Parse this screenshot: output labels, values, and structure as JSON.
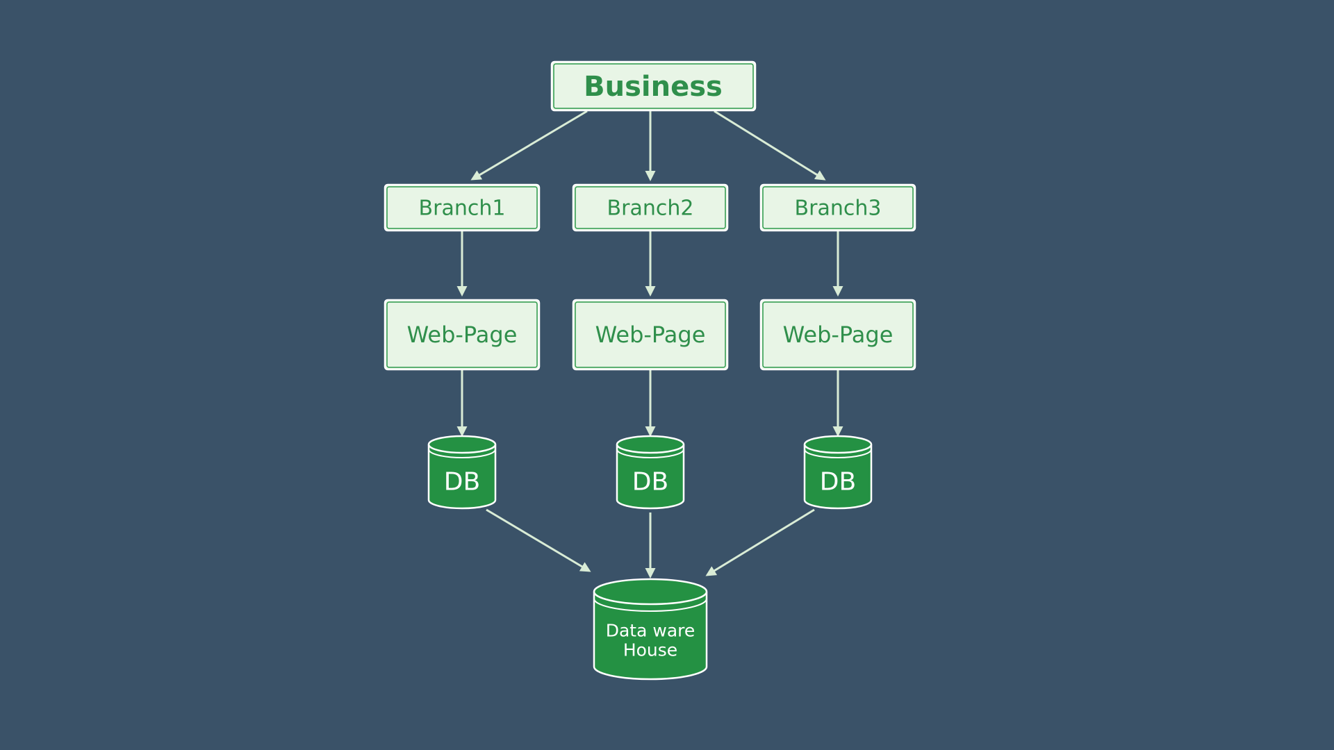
{
  "background_color": "#3a5268",
  "accent_color": "#249143",
  "box_fill_color": "#e8f5e6",
  "nodes": {
    "business": {
      "label": "Business"
    },
    "branch1": {
      "label": "Branch1"
    },
    "branch2": {
      "label": "Branch2"
    },
    "branch3": {
      "label": "Branch3"
    },
    "webpage1": {
      "label": "Web-Page"
    },
    "webpage2": {
      "label": "Web-Page"
    },
    "webpage3": {
      "label": "Web-Page"
    },
    "db1": {
      "label": "DB"
    },
    "db2": {
      "label": "DB"
    },
    "db3": {
      "label": "DB"
    },
    "warehouse": {
      "label_line1": "Data ware",
      "label_line2": "House"
    }
  },
  "edges": [
    {
      "from": "business",
      "to": "branch1"
    },
    {
      "from": "business",
      "to": "branch2"
    },
    {
      "from": "business",
      "to": "branch3"
    },
    {
      "from": "branch1",
      "to": "webpage1"
    },
    {
      "from": "branch2",
      "to": "webpage2"
    },
    {
      "from": "branch3",
      "to": "webpage3"
    },
    {
      "from": "webpage1",
      "to": "db1"
    },
    {
      "from": "webpage2",
      "to": "db2"
    },
    {
      "from": "webpage3",
      "to": "db3"
    },
    {
      "from": "db1",
      "to": "warehouse"
    },
    {
      "from": "db2",
      "to": "warehouse"
    },
    {
      "from": "db3",
      "to": "warehouse"
    }
  ]
}
